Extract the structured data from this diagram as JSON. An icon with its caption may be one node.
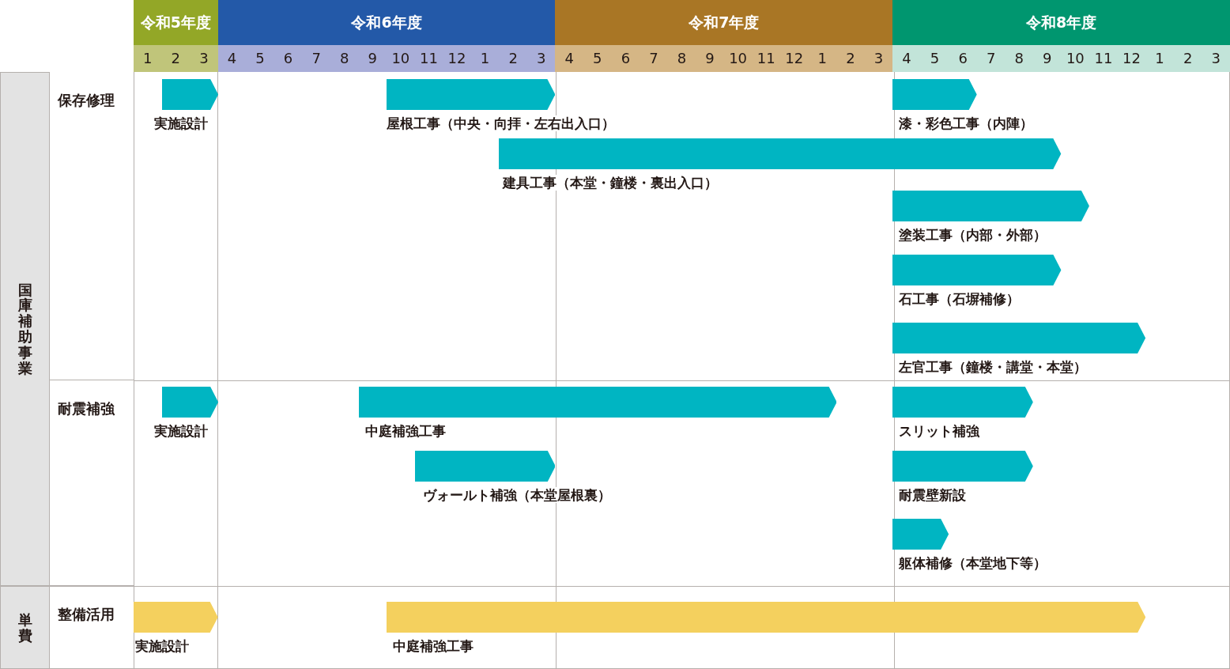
{
  "diagram": {
    "nodes": [
      {
        "text": [
          "令和5年度"
        ]
      },
      {
        "text": [
          "令和6年度"
        ]
      },
      {
        "text": [
          "令和7年度"
        ]
      },
      {
        "text": [
          "令和8年度"
        ]
      },
      {
        "text": [
          "国庫補助事業"
        ]
      },
      {
        "text": [
          "保存修理"
        ]
      },
      {
        "text": [
          "耐震補強"
        ]
      },
      {
        "text": [
          "単費"
        ]
      },
      {
        "text": [
          "整備活用"
        ]
      },
      {
        "text": [],
        "shape": "bar",
        "beside": [
          "実施設計"
        ]
      },
      {
        "text": [],
        "shape": "bar",
        "beside": [
          "屋根工事（中央・向拝・左右出入口）"
        ]
      },
      {
        "text": [],
        "shape": "bar",
        "beside": [
          "漆・彩色工事（内陣）"
        ]
      },
      {
        "text": [],
        "shape": "bar",
        "beside": [
          "建具工事（本堂・鐘楼・裏出入口）"
        ]
      },
      {
        "text": [],
        "shape": "bar",
        "beside": [
          "塗装工事（内部・外部）"
        ]
      },
      {
        "text": [],
        "shape": "bar",
        "beside": [
          "石工事（石塀補修）"
        ]
      },
      {
        "text": [],
        "shape": "bar",
        "beside": [
          "左官工事（鐘楼・講堂・本堂）"
        ]
      },
      {
        "text": [],
        "shape": "bar",
        "beside": [
          "実施設計"
        ]
      },
      {
        "text": [],
        "shape": "bar",
        "beside": [
          "中庭補強工事"
        ]
      },
      {
        "text": [],
        "shape": "bar",
        "beside": [
          "スリット補強"
        ]
      },
      {
        "text": [],
        "shape": "bar",
        "beside": [
          "ヴォールト補強（本堂屋根裏）"
        ]
      },
      {
        "text": [],
        "shape": "bar",
        "beside": [
          "耐震壁新設"
        ]
      },
      {
        "text": [],
        "shape": "bar",
        "beside": [
          "躯体補修（本堂地下等）"
        ]
      },
      {
        "text": [],
        "shape": "bar",
        "beside": [
          "実施設計"
        ]
      },
      {
        "text": [],
        "shape": "bar",
        "beside": [
          "中庭補強工事"
        ]
      }
    ],
    "labels": [
      "1",
      "2",
      "3",
      "4",
      "5",
      "6",
      "7",
      "8",
      "9",
      "10",
      "11",
      "12",
      "1",
      "2",
      "3",
      "4",
      "5",
      "6",
      "7",
      "8",
      "9",
      "10",
      "11",
      "12",
      "1",
      "2",
      "3",
      "4",
      "5",
      "6",
      "7",
      "8",
      "9",
      "10",
      "11",
      "12",
      "1",
      "2",
      "3"
    ]
  }
}
